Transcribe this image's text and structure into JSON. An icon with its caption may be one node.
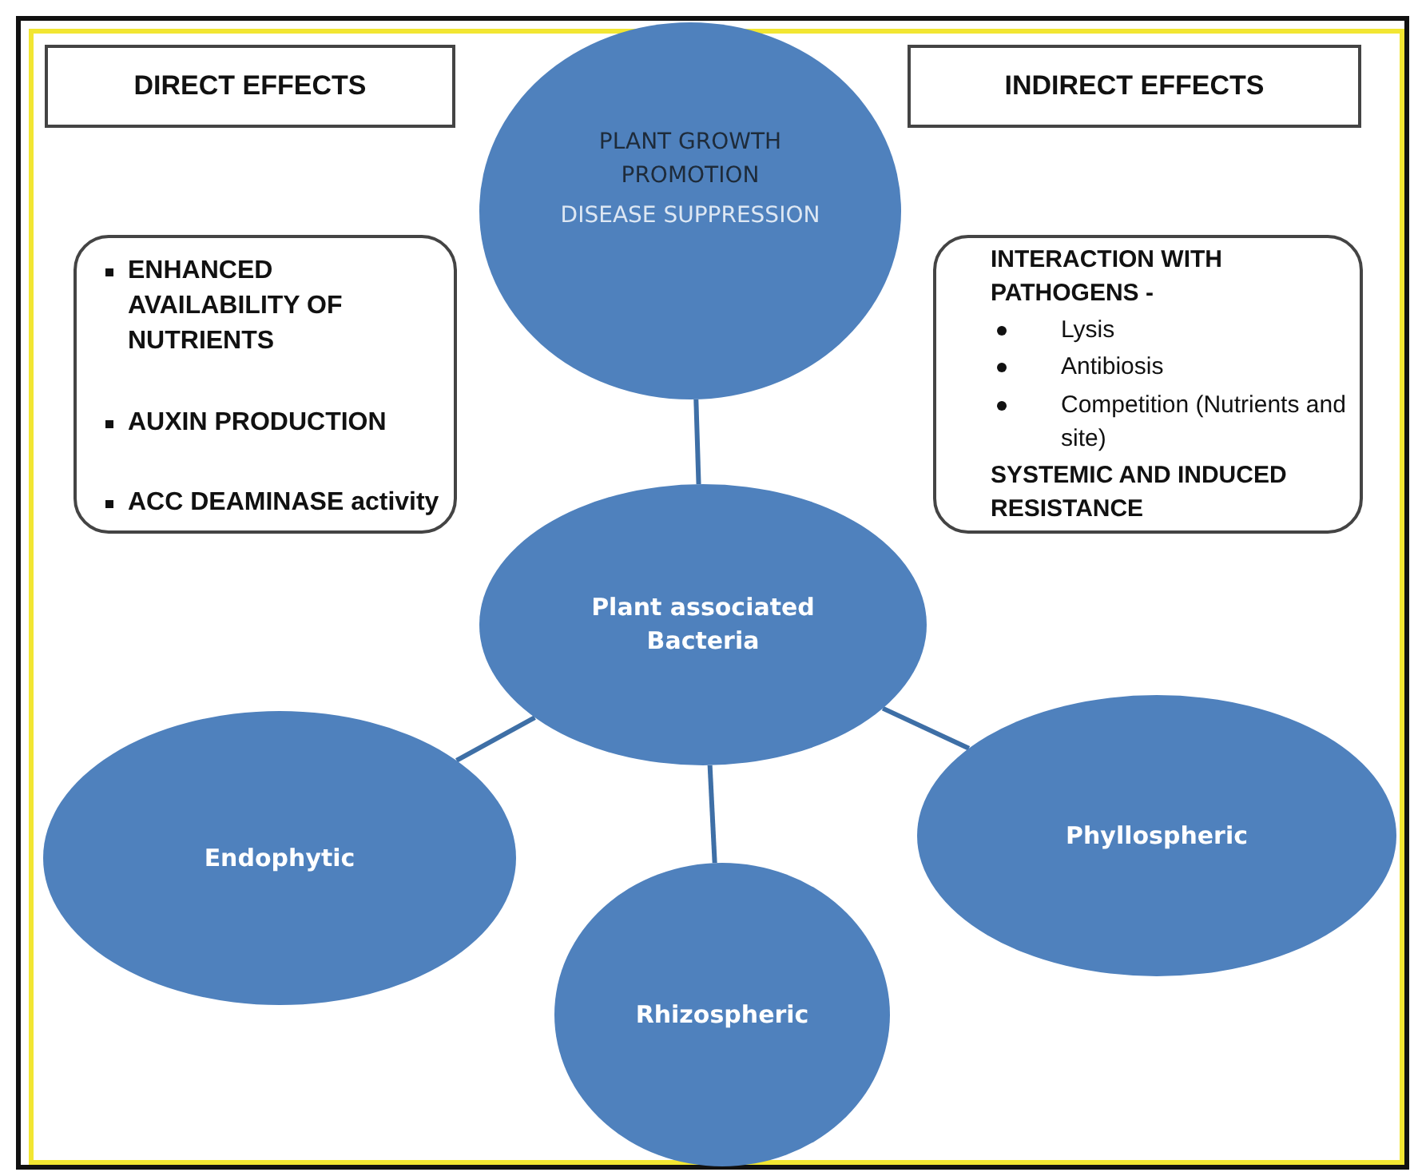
{
  "diagram": {
    "nodes": [
      {
        "text": [
          "DIRECT EFFECTS"
        ]
      },
      {
        "text": [
          "INDIRECT EFFECTS"
        ]
      },
      {
        "text": [
          "PLANT GROWTH PROMOTION",
          "DISEASE SUPPRESSION"
        ]
      },
      {
        "text": [
          "ENHANCED AVAILABILITY OF NUTRIENTS",
          "AUXIN PRODUCTION",
          "ACC DEAMINASE activity"
        ]
      },
      {
        "text": [
          "INTERACTION WITH PATHOGENS -",
          "Lysis",
          "Antibiosis",
          "Competition (Nutrients and site)",
          "SYSTEMIC AND INDUCED RESISTANCE"
        ]
      },
      {
        "text": [
          "Plant associated Bacteria"
        ]
      },
      {
        "text": [
          "Endophytic"
        ]
      },
      {
        "text": [
          "Rhizospheric"
        ]
      },
      {
        "text": [
          "Phyllospheric"
        ]
      }
    ],
    "edges": [
      {
        "from": 2,
        "to": 5,
        "arrow": "none"
      },
      {
        "from": 5,
        "to": 6,
        "arrow": "none"
      },
      {
        "from": 5,
        "to": 7,
        "arrow": "none"
      },
      {
        "from": 5,
        "to": 8,
        "arrow": "none"
      }
    ]
  }
}
